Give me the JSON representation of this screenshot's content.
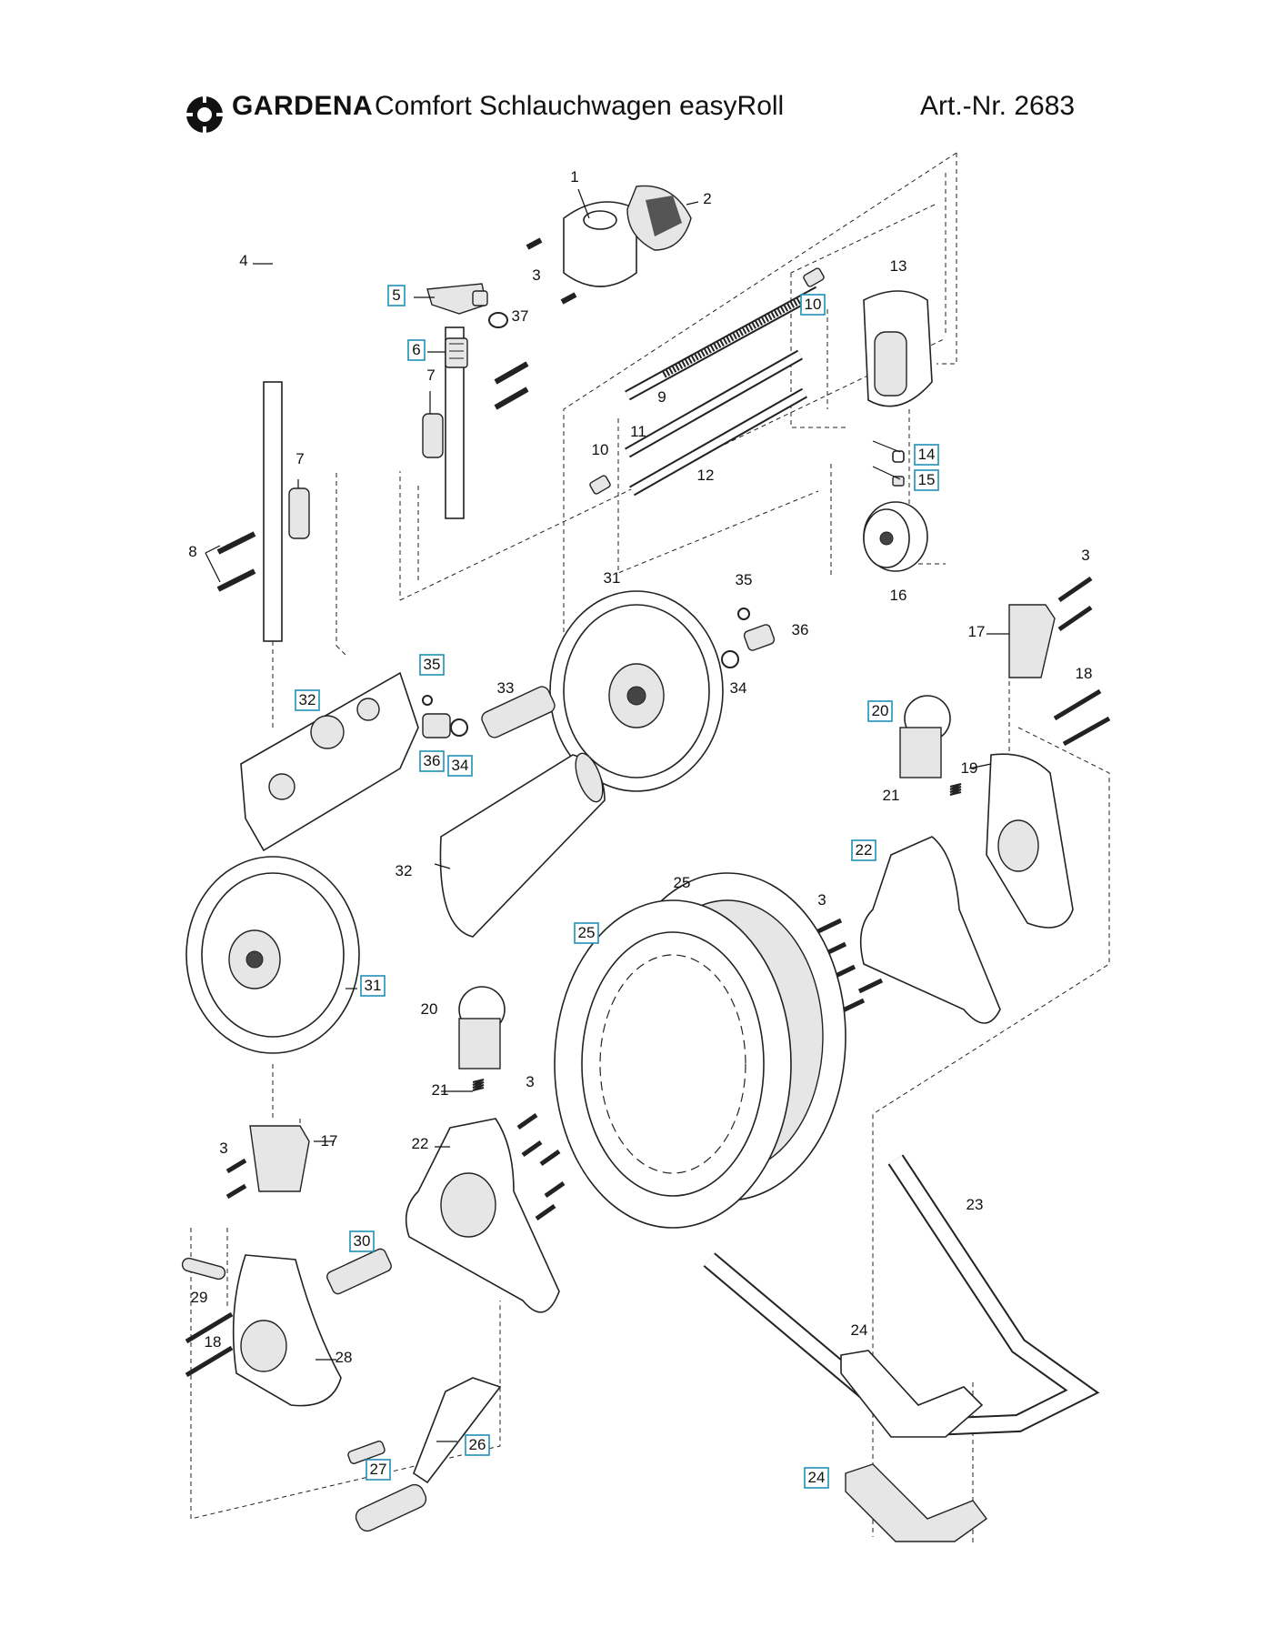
{
  "header": {
    "brand": "GARDENA",
    "product": "Comfort Schlauchwagen easyRoll",
    "article": "Art.-Nr. 2683"
  },
  "callouts": [
    {
      "id": "c1",
      "label": "1",
      "highlight": false
    },
    {
      "id": "c2",
      "label": "2",
      "highlight": false
    },
    {
      "id": "c3a",
      "label": "3",
      "highlight": false
    },
    {
      "id": "c4",
      "label": "4",
      "highlight": false
    },
    {
      "id": "c5",
      "label": "5",
      "highlight": true
    },
    {
      "id": "c37",
      "label": "37",
      "highlight": false
    },
    {
      "id": "c10a",
      "label": "10",
      "highlight": true
    },
    {
      "id": "c13",
      "label": "13",
      "highlight": false
    },
    {
      "id": "c6",
      "label": "6",
      "highlight": true
    },
    {
      "id": "c7a",
      "label": "7",
      "highlight": false
    },
    {
      "id": "c9",
      "label": "9",
      "highlight": false
    },
    {
      "id": "c11",
      "label": "11",
      "highlight": false
    },
    {
      "id": "c10b",
      "label": "10",
      "highlight": false
    },
    {
      "id": "c12",
      "label": "12",
      "highlight": false
    },
    {
      "id": "c14",
      "label": "14",
      "highlight": true
    },
    {
      "id": "c15",
      "label": "15",
      "highlight": true
    },
    {
      "id": "c7b",
      "label": "7",
      "highlight": false
    },
    {
      "id": "c8",
      "label": "8",
      "highlight": false
    },
    {
      "id": "c16",
      "label": "16",
      "highlight": false
    },
    {
      "id": "c3b",
      "label": "3",
      "highlight": false
    },
    {
      "id": "c31a",
      "label": "31",
      "highlight": false
    },
    {
      "id": "c35a",
      "label": "35",
      "highlight": false
    },
    {
      "id": "c36a",
      "label": "36",
      "highlight": false
    },
    {
      "id": "c17a",
      "label": "17",
      "highlight": false
    },
    {
      "id": "c35b",
      "label": "35",
      "highlight": true
    },
    {
      "id": "c34a",
      "label": "34",
      "highlight": false
    },
    {
      "id": "c18a",
      "label": "18",
      "highlight": false
    },
    {
      "id": "c32a",
      "label": "32",
      "highlight": true
    },
    {
      "id": "c33",
      "label": "33",
      "highlight": false
    },
    {
      "id": "c20a",
      "label": "20",
      "highlight": true
    },
    {
      "id": "c36b",
      "label": "36",
      "highlight": true
    },
    {
      "id": "c34b",
      "label": "34",
      "highlight": true
    },
    {
      "id": "c19",
      "label": "19",
      "highlight": false
    },
    {
      "id": "c21a",
      "label": "21",
      "highlight": false
    },
    {
      "id": "c22a",
      "label": "22",
      "highlight": true
    },
    {
      "id": "c32b",
      "label": "32",
      "highlight": false
    },
    {
      "id": "c25a",
      "label": "25",
      "highlight": false
    },
    {
      "id": "c3c",
      "label": "3",
      "highlight": false
    },
    {
      "id": "c25b",
      "label": "25",
      "highlight": true
    },
    {
      "id": "c31b",
      "label": "31",
      "highlight": true
    },
    {
      "id": "c20b",
      "label": "20",
      "highlight": false
    },
    {
      "id": "c21b",
      "label": "21",
      "highlight": false
    },
    {
      "id": "c3d",
      "label": "3",
      "highlight": false
    },
    {
      "id": "c17b",
      "label": "17",
      "highlight": false
    },
    {
      "id": "c3e",
      "label": "3",
      "highlight": false
    },
    {
      "id": "c22b",
      "label": "22",
      "highlight": false
    },
    {
      "id": "c23",
      "label": "23",
      "highlight": false
    },
    {
      "id": "c30",
      "label": "30",
      "highlight": true
    },
    {
      "id": "c29",
      "label": "29",
      "highlight": false
    },
    {
      "id": "c18b",
      "label": "18",
      "highlight": false
    },
    {
      "id": "c28",
      "label": "28",
      "highlight": false
    },
    {
      "id": "c24a",
      "label": "24",
      "highlight": false
    },
    {
      "id": "c26",
      "label": "26",
      "highlight": true
    },
    {
      "id": "c27",
      "label": "27",
      "highlight": true
    },
    {
      "id": "c24b",
      "label": "24",
      "highlight": true
    }
  ]
}
